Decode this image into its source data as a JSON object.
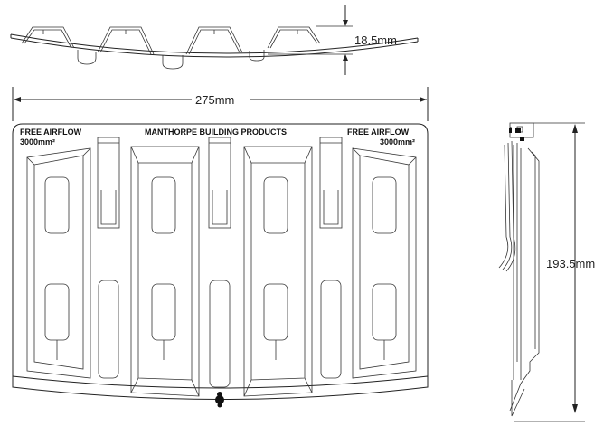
{
  "drawing": {
    "top_view": {
      "height_dimension": "18.5mm"
    },
    "front_view": {
      "width_dimension": "275mm",
      "label_left_line1": "FREE  AIRFLOW",
      "label_left_line2": "3000mm²",
      "label_center": "MANTHORPE  BUILDING  PRODUCTS",
      "label_right_line1": "FREE  AIRFLOW",
      "label_right_line2": "3000mm²",
      "logo_icon": "recycle-icon"
    },
    "side_view": {
      "height_dimension": "193.5mm"
    }
  },
  "colors": {
    "line": "#222222",
    "background": "#ffffff"
  }
}
